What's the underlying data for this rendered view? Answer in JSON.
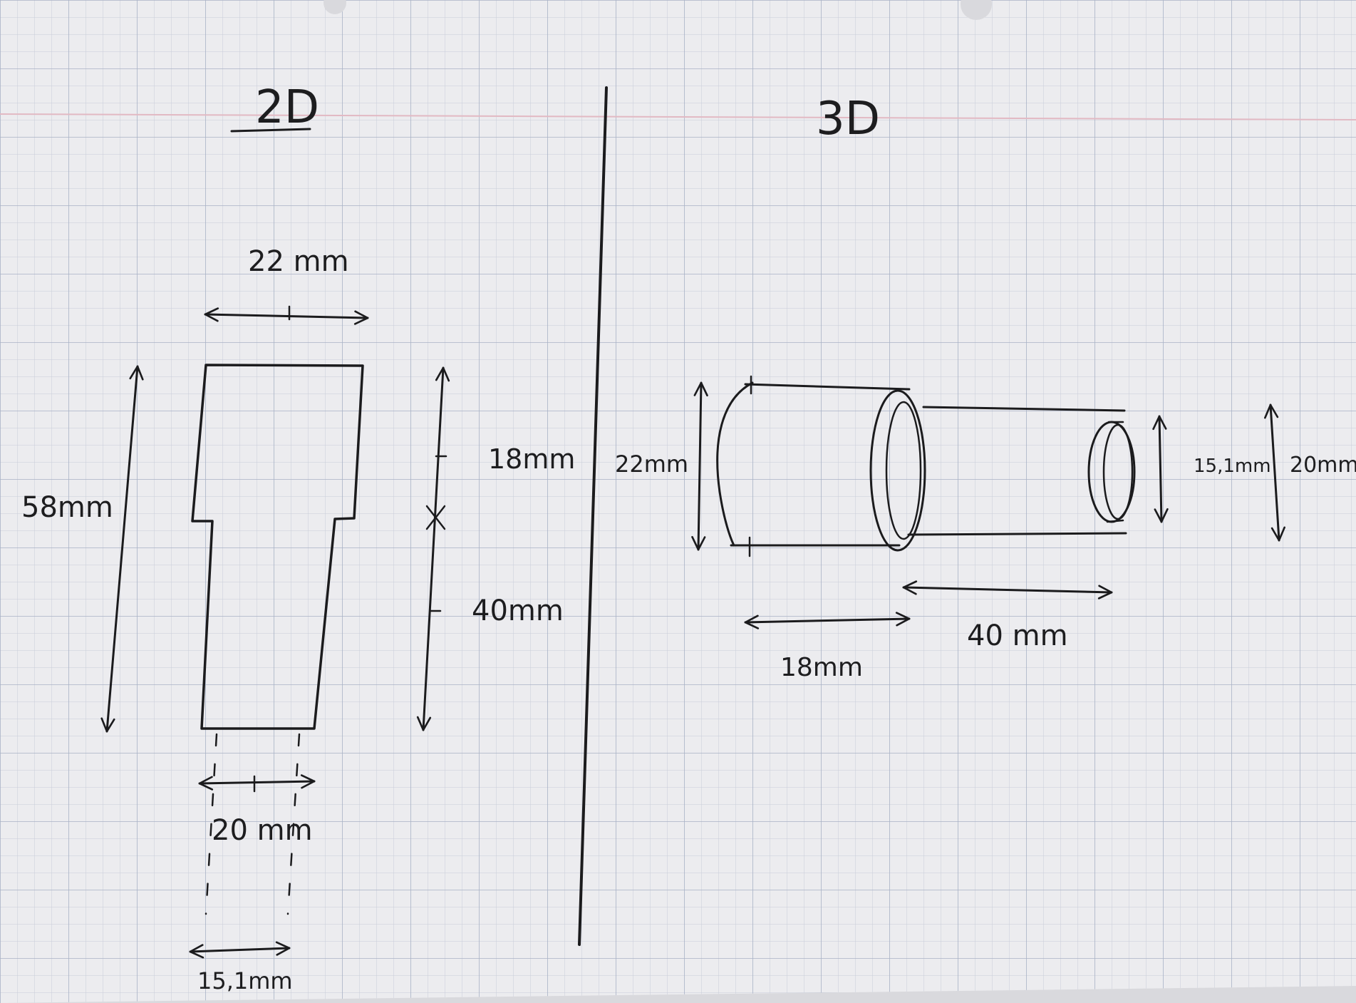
{
  "sheet": {
    "paper_color": "#ececef",
    "grid_color": "#b9c0cf",
    "margin_color": "#e2b9c3",
    "ink_color": "#1b1b1d"
  },
  "titles": {
    "left": "2D",
    "right": "3D"
  },
  "view_2d": {
    "top_width": "22 mm",
    "total_height": "58mm",
    "head_height": "18mm",
    "shaft_height": "40mm",
    "shaft_width": "20 mm",
    "bore_width": "15,1mm"
  },
  "view_3d": {
    "head_diameter": "22mm",
    "bore_diameter": "15,1mm",
    "shaft_diameter": "20mm",
    "head_length": "18mm",
    "shaft_length": "40 mm"
  }
}
